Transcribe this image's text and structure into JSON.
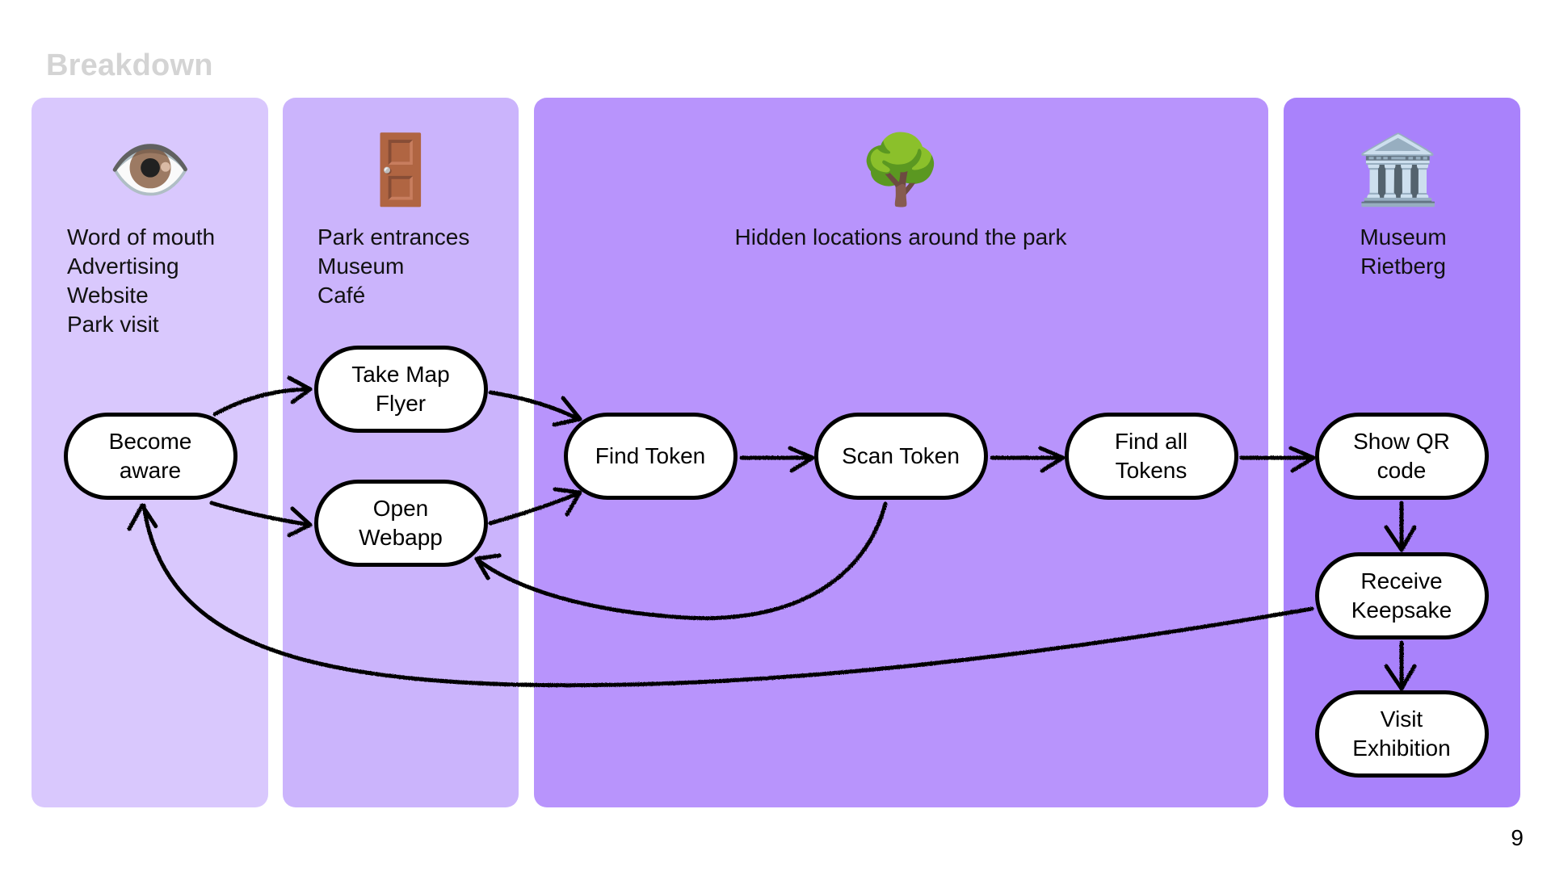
{
  "slide": {
    "title": "Breakdown",
    "page_number": "9"
  },
  "columns": [
    {
      "id": "awareness",
      "icon": "eye-icon",
      "emoji": "👁️",
      "color": "#d9c8fd",
      "lines": [
        "Word of mouth",
        "Advertising",
        "Website",
        "Park visit"
      ]
    },
    {
      "id": "entry",
      "icon": "door-icon",
      "emoji": "🚪",
      "color": "#cbb4fc",
      "lines": [
        "Park entrances",
        "Museum",
        "Café"
      ]
    },
    {
      "id": "park",
      "icon": "tree-icon",
      "emoji": "🌳",
      "color": "#b894fc",
      "lines": [
        "Hidden locations around the park"
      ]
    },
    {
      "id": "museum",
      "icon": "classical-building-icon",
      "emoji": "🏛️",
      "color": "#a982fb",
      "lines": [
        "Museum",
        "Rietberg"
      ]
    }
  ],
  "nodes": {
    "become_aware": "Become\naware",
    "take_map_flyer": "Take Map\nFlyer",
    "open_webapp": "Open\nWebapp",
    "find_token": "Find Token",
    "scan_token": "Scan Token",
    "find_all_tokens": "Find all\nTokens",
    "show_qr_code": "Show QR\ncode",
    "receive_keepsake": "Receive\nKeepsake",
    "visit_exhibition": "Visit\nExhibition"
  },
  "edges": [
    {
      "from": "become_aware",
      "to": "take_map_flyer"
    },
    {
      "from": "become_aware",
      "to": "open_webapp"
    },
    {
      "from": "take_map_flyer",
      "to": "find_token"
    },
    {
      "from": "open_webapp",
      "to": "find_token"
    },
    {
      "from": "find_token",
      "to": "scan_token"
    },
    {
      "from": "scan_token",
      "to": "find_all_tokens"
    },
    {
      "from": "scan_token",
      "to": "open_webapp"
    },
    {
      "from": "find_all_tokens",
      "to": "show_qr_code"
    },
    {
      "from": "show_qr_code",
      "to": "receive_keepsake"
    },
    {
      "from": "receive_keepsake",
      "to": "visit_exhibition"
    },
    {
      "from": "receive_keepsake",
      "to": "become_aware"
    }
  ]
}
